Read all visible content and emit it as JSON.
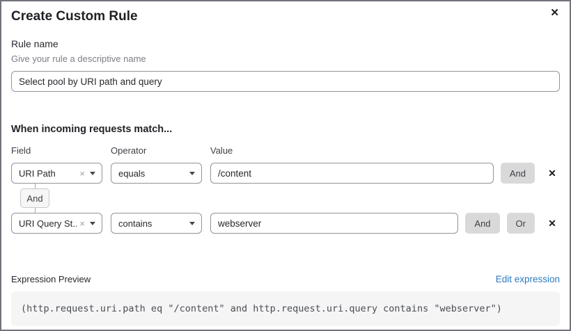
{
  "dialog": {
    "title": "Create Custom Rule",
    "close_icon": "✕"
  },
  "rule_name": {
    "label": "Rule name",
    "helper": "Give your rule a descriptive name",
    "value": "Select pool by URI path and query"
  },
  "match_section": {
    "heading": "When incoming requests match...",
    "columns": {
      "field": "Field",
      "operator": "Operator",
      "value": "Value"
    },
    "connector_label": "And",
    "clear_icon": "×",
    "remove_icon": "✕",
    "rows": [
      {
        "field": "URI Path",
        "operator": "equals",
        "value": "/content",
        "and_label": "And"
      },
      {
        "field": "URI Query St...",
        "operator": "contains",
        "value": "webserver",
        "and_label": "And",
        "or_label": "Or"
      }
    ]
  },
  "expression": {
    "label": "Expression Preview",
    "edit_link": "Edit expression",
    "code": "(http.request.uri.path eq \"/content\" and http.request.uri.query contains \"webserver\")"
  },
  "colors": {
    "link_blue": "#2c7bbf",
    "button_gray": "#d9d9d9",
    "code_bg": "#f5f5f6",
    "border_gray": "#8f939a"
  }
}
